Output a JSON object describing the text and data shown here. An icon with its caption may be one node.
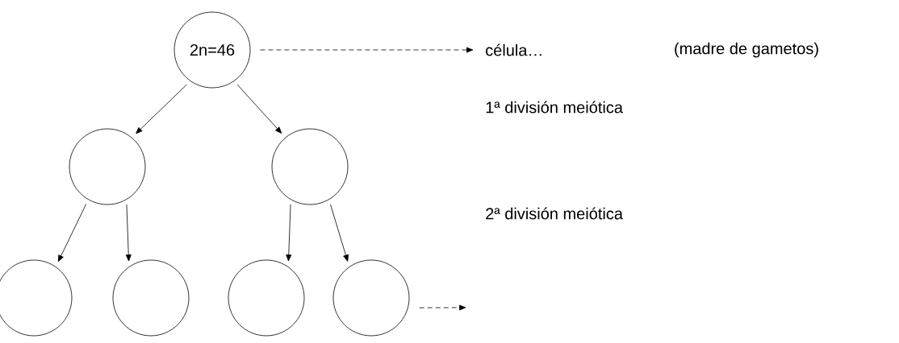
{
  "diagram": {
    "nodes": [
      {
        "text": [
          "2n=46"
        ]
      },
      {
        "text": [
          "célula…"
        ]
      },
      {
        "text": [],
        "shape": "circle"
      },
      {
        "text": [],
        "shape": "circle"
      },
      {
        "text": [],
        "shape": "circle"
      },
      {
        "text": [],
        "shape": "circle"
      },
      {
        "text": [],
        "shape": "circle"
      },
      {
        "text": [],
        "shape": "circle"
      }
    ],
    "edges": [
      {
        "from": 0,
        "to": 1,
        "arrow": "to",
        "style": "dashed"
      },
      {
        "from": 0,
        "to": 2,
        "arrow": "to"
      },
      {
        "from": 0,
        "to": 3,
        "arrow": "to"
      },
      {
        "from": 2,
        "to": 4,
        "arrow": "to"
      },
      {
        "from": 2,
        "to": 5,
        "arrow": "to"
      },
      {
        "from": 3,
        "to": 6,
        "arrow": "to"
      },
      {
        "from": 3,
        "to": 7,
        "arrow": "to"
      },
      {
        "from": 7,
        "to": null,
        "arrow": "to",
        "style": "dashed"
      }
    ],
    "labels": [
      "(madre de gametos)",
      "1ª división meiótica",
      "2ª división meiótica"
    ]
  }
}
